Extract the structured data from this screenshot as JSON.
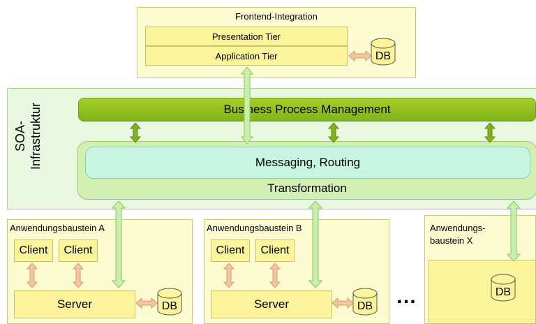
{
  "frontend": {
    "title": "Frontend-Integration",
    "presentation_tier": "Presentation Tier",
    "application_tier": "Application Tier",
    "db": "DB"
  },
  "soa": {
    "label_line1": "SOA-",
    "label_line2": "Infrastruktur",
    "bpm": "Business Process Management",
    "messaging": "Messaging, Routing",
    "transformation": "Transformation"
  },
  "building_blocks": [
    {
      "title": "Anwendungsbaustein A",
      "client1": "Client",
      "client2": "Client",
      "server": "Server",
      "db": "DB"
    },
    {
      "title": "Anwendungsbaustein B",
      "client1": "Client",
      "client2": "Client",
      "server": "Server",
      "db": "DB"
    },
    {
      "title_line1": "Anwendungs-",
      "title_line2": "baustein X",
      "db": "DB"
    }
  ],
  "ellipsis": "…",
  "colors": {
    "yellow_box": "#fdfbd0",
    "yellow_strong": "#fbf49a",
    "soa_bg": "#eaf7e0",
    "bpm_green": "#8dc21f",
    "messaging_mint": "#c7f5e3",
    "arrow_light_green": "#c8f0a8",
    "arrow_orange": "#f5c6a0"
  }
}
